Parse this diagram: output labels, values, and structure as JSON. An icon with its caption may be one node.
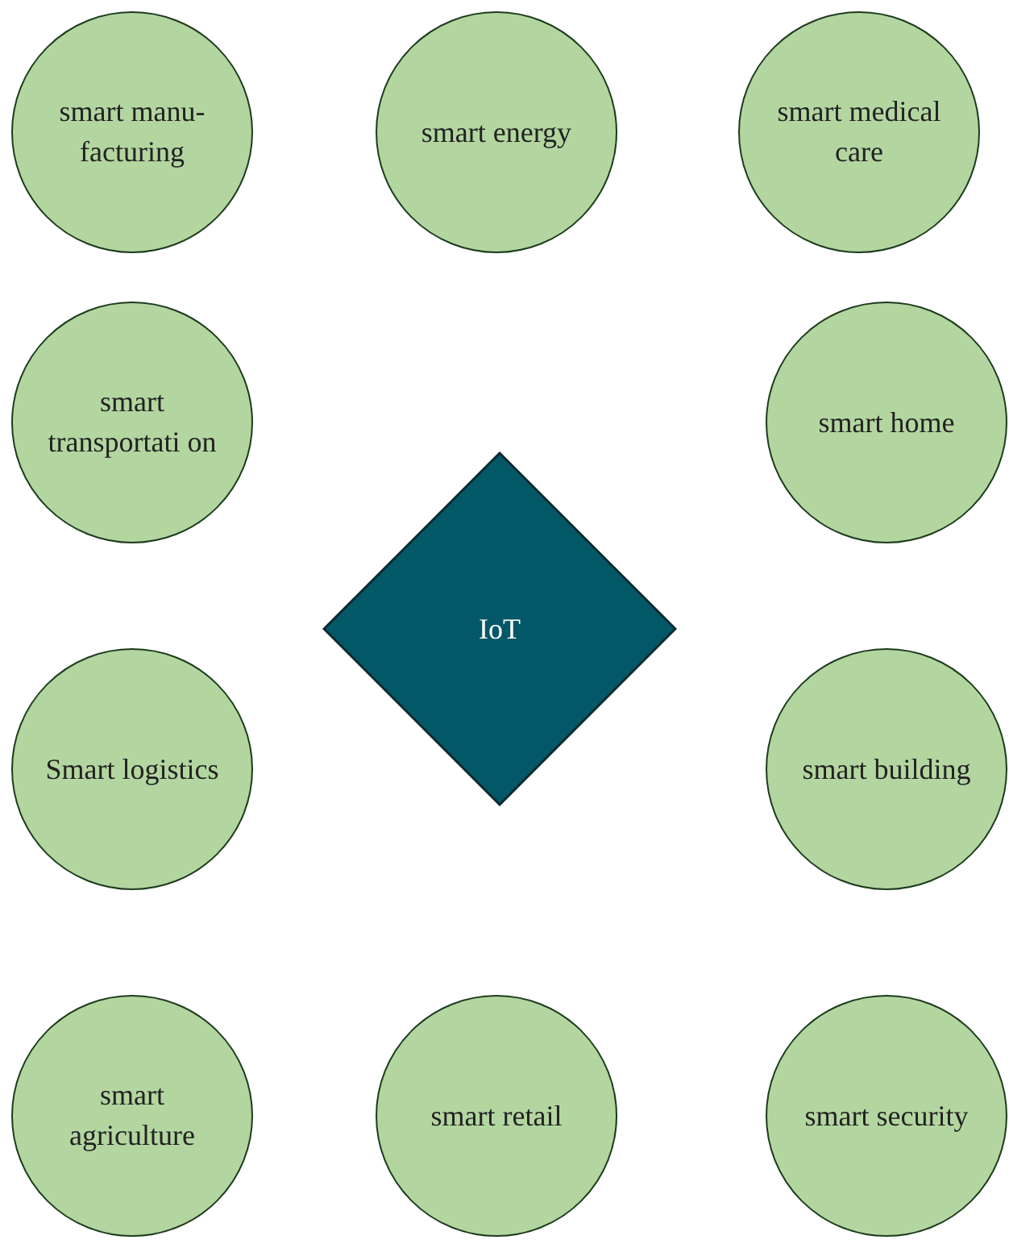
{
  "diagram": {
    "nodes": [
      {
        "text": [
          "smart manu- facturing"
        ]
      },
      {
        "text": [
          "smart energy"
        ]
      },
      {
        "text": [
          "smart medical care"
        ]
      },
      {
        "text": [
          "smart transportati on"
        ]
      },
      {
        "text": [
          "smart home"
        ]
      },
      {
        "text": [
          "IoT"
        ]
      },
      {
        "text": [
          "Smart logistics"
        ]
      },
      {
        "text": [
          "smart building"
        ]
      },
      {
        "text": [
          "smart agriculture"
        ]
      },
      {
        "text": [
          "smart retail"
        ]
      },
      {
        "text": [
          "smart security"
        ]
      }
    ]
  }
}
